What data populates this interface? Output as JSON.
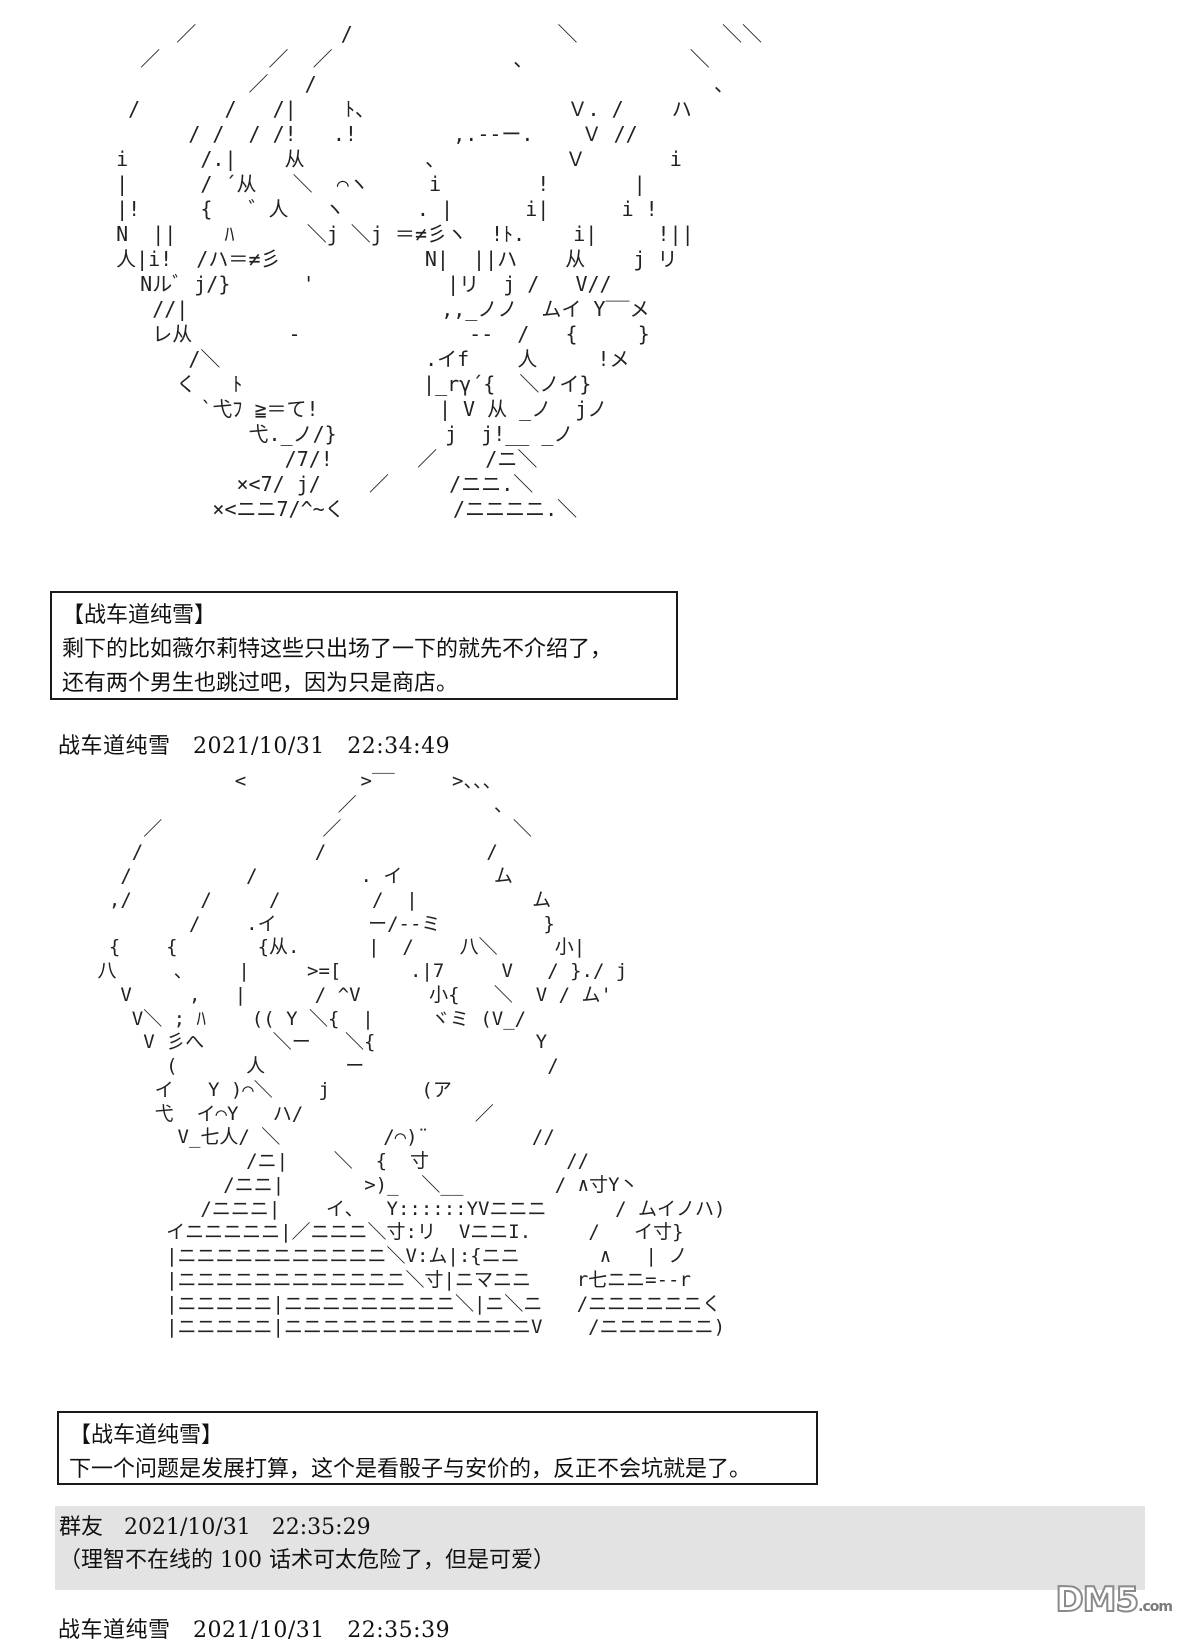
{
  "art_1": "       ／            /                 ＼            ＼＼\n    ／         ／  ／               、             ＼\n             ／   /                                 、\n   /       /   /|    ﾄ、                Ｖ. /    ハ\n        / /  / /!   .!        ,.-‐ー.    Ｖ //\n  i      /.|    从          、          Ｖ       i\n  |      / ´从   ＼  ⌒ヽ     i        !       |\n  |!     {   ゛人   ヽ      . |      i|      i !\n  N  ||    ﾊ      ＼j ＼j ＝≠彡ヽ  !ﾄ.    i|     !||\n  人|i!  /ハ＝≠彡            N|  ||ハ    从    j リ\n    Nルﾞ j/}      '           |リ  j /   V//\n     //|                     ,,_ノノ  ムイ Y‾‾メ\n     レ从        -              --  /   {     }\n        /＼                 .イf    人     !メ\n       く   ﾄ               |_rγ´{  ＼ノイ}\n         `弋ﾌ ≧＝て!          | V 从 _ノ  jノ\n             弋._ノ/}         j  j!__ _ノ\n                /7/!       ／    /ニ＼\n            ×<7/ j/    ／     /ニニ.＼\n          ×<ニニ7/^~く         /ニニニニ.＼",
  "box_1": {
    "speaker": "【战车道纯雪】",
    "lines": [
      "剩下的比如薇尔莉特这些只出场了一下的就先不介绍了，",
      "还有两个男生也跳过吧，因为只是商店。"
    ]
  },
  "post_1": {
    "header": "战车道纯雪   2021/10/31   22:34:49"
  },
  "art_2": "             <          >‾‾     >、、、\n                      ／            、\n     ／              ／               ＼\n    /               /              /\n   /          /         . イ        ム\n  ,/      /     /        /  |          ム\n         /    .イ        ー/--ミ         }\n  {    {       {从.      |  /    八＼     小|\n 八     、    |     >=[      .|7     V   / }./ j\n   V     ,   |      / ^V      小{   ＼  V / ム'\n    V＼ ; ﾊ    (( Y ＼{  |     ヾミ (V_/\n     V 彡へ      ＼ー   ＼{              Y\n       (      人       ー                /\n      イ   Y )⌒＼    j        (ア\n      弋  イ⌒Y   ハ/               ／\n        V_七人/ ＼         /⌒)¨         //\n              /ニ|    ＼  {  寸            //\n            /ニニ|       >)_  ＼__        / ∧寸Y丶\n          /ニニニ|    イ、  Y::::::YVニニニ      / ムイノハ)\n       イニニニニニ|／ニニニ＼寸:リ  VニニI.     /   イ寸}\n       |ニニニニニニニニニニニ＼V:ム|:{ニニ       ∧   | ノ\n       |ニニニニニニニニニニニニ＼寸|ニマニニ    r七ニニ=--r\n       |ニニニニニ|ニニニニニニニニニ＼|ニ＼ニ   /ニニニニニニく\n       |ニニニニニ|ニニニニニニニニニニニニニV    /ニニニニニニ)",
  "box_2": {
    "speaker": "【战车道纯雪】",
    "lines": [
      "下一个问题是发展打算，这个是看骰子与安价的，反正不会坑就是了。"
    ]
  },
  "comment": {
    "header": "群友   2021/10/31   22:35:29",
    "text": "（理智不在线的 100 话术可太危险了，但是可爱）"
  },
  "post_3": {
    "header": "战车道纯雪   2021/10/31   22:35:39"
  },
  "watermark": {
    "text": "DM5",
    "suffix": ".com"
  }
}
